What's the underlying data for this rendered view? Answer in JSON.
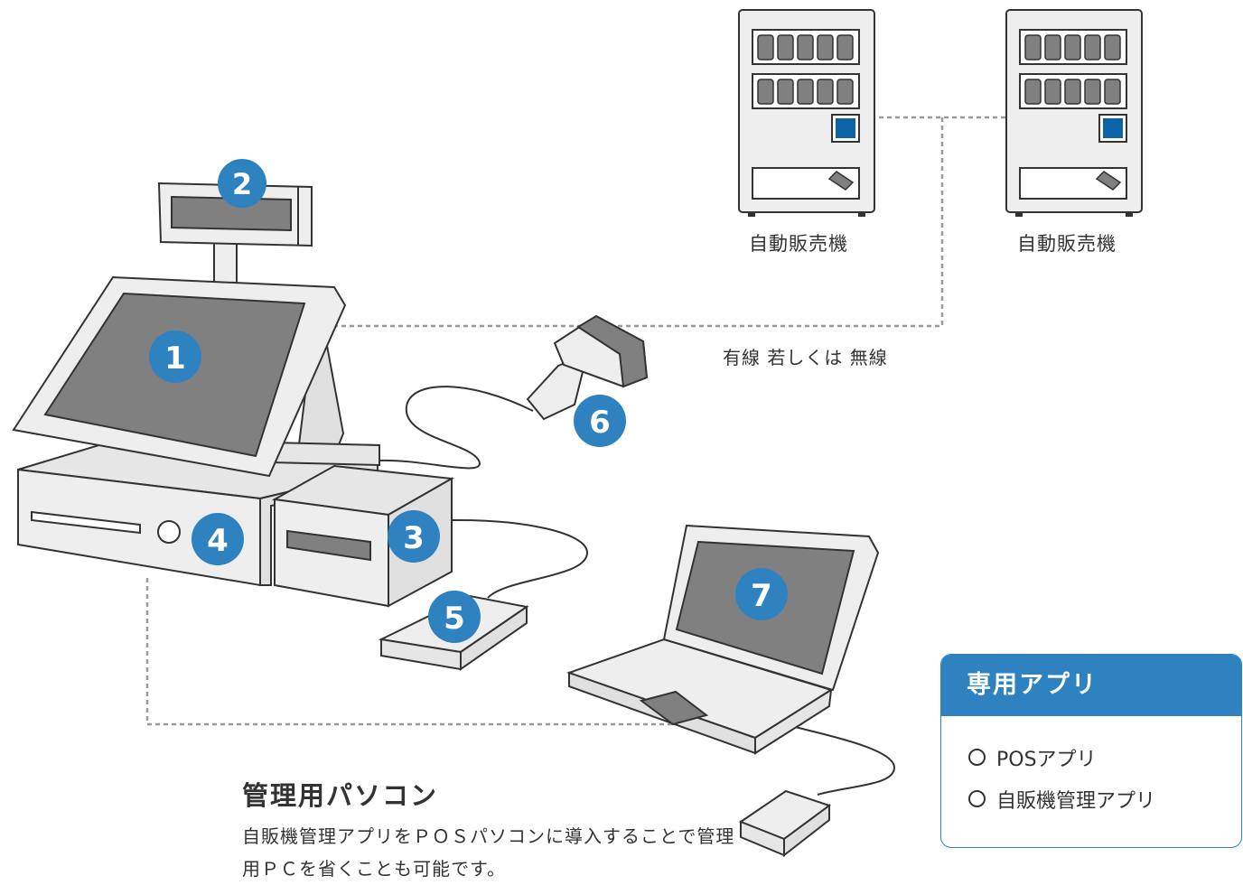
{
  "vending_machines": [
    {
      "label": "自動販売機"
    },
    {
      "label": "自動販売機"
    }
  ],
  "connection_label": "有線 若しくは 無線",
  "badges": [
    "1",
    "2",
    "3",
    "4",
    "5",
    "6",
    "7"
  ],
  "management_pc": {
    "title": "管理用パソコン",
    "description": "自販機管理アプリをＰＯＳパソコンに導入することで管理用ＰＣを省くことも可能です。"
  },
  "app_box": {
    "title": "専用アプリ",
    "items": [
      "POSアプリ",
      "自販機管理アプリ"
    ]
  },
  "colors": {
    "accent": "#2d82bf",
    "screen": "#808080",
    "device": "#eeeeee",
    "outline": "#333333",
    "vm_button": "#0d63a8"
  }
}
